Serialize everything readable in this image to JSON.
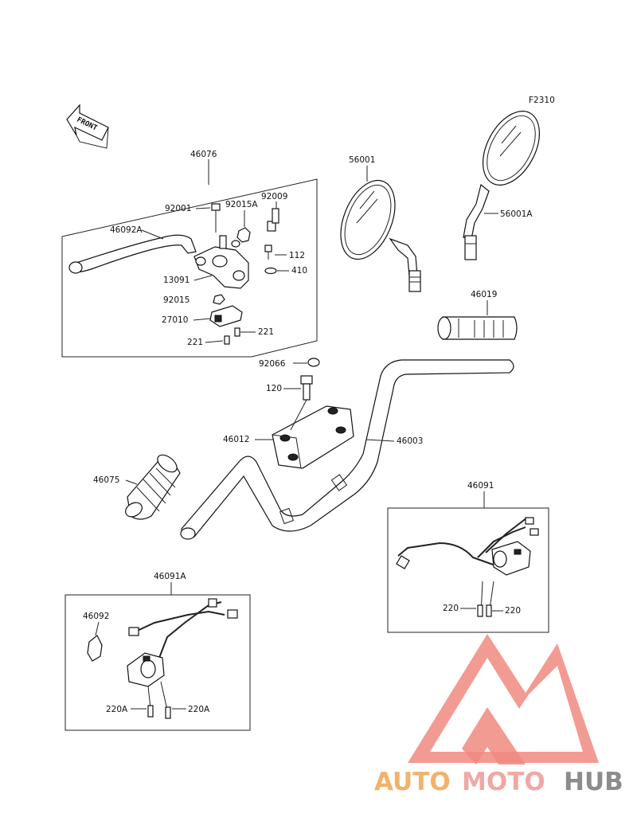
{
  "figure_code": "F2310",
  "front_label": "FRONT",
  "labels": {
    "p46076": "46076",
    "p92001": "92001",
    "p92015A": "92015A",
    "p92009": "92009",
    "p46092A": "46092A",
    "p112": "112",
    "p410": "410",
    "p13091": "13091",
    "p92015": "92015",
    "p27010": "27010",
    "p221a": "221",
    "p221b": "221",
    "p56001": "56001",
    "p56001A": "56001A",
    "p46019": "46019",
    "p92066": "92066",
    "p120": "120",
    "p46012": "46012",
    "p46003": "46003",
    "p46075": "46075",
    "p46091": "46091",
    "p220a": "220",
    "p220b": "220",
    "p46091A": "46091A",
    "p46092": "46092",
    "p220Aa": "220A",
    "p220Ab": "220A"
  },
  "watermark": {
    "part1": "AUTO",
    "part2": "MOTO",
    "part3": "HUB",
    "color_auto": "#f2b26a",
    "color_moto": "#f0a8a4",
    "color_hub": "#8c8c8c",
    "triangle_color": "#f08a80"
  }
}
